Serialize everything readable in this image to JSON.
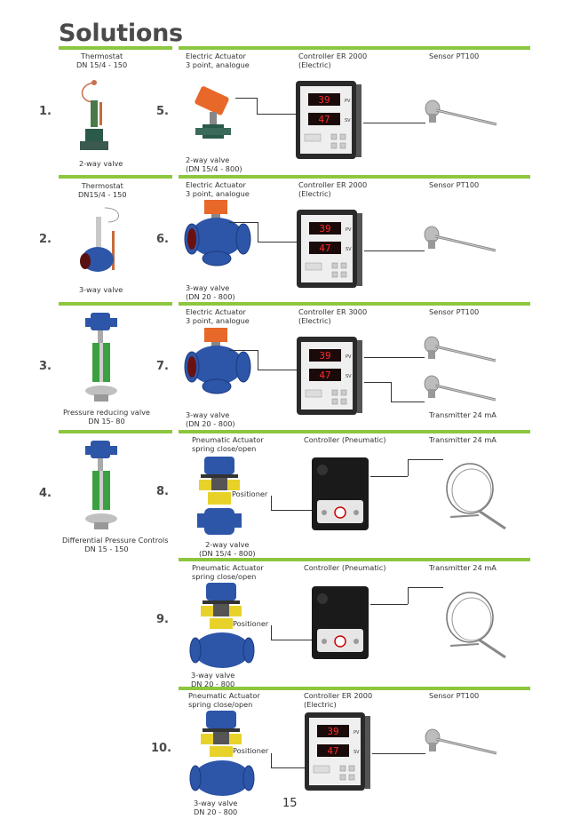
{
  "title": "Solutions",
  "page_number": "15",
  "left": [
    {
      "num": "1.",
      "l1": "Thermostat",
      "l2": "DN 15/4 - 150",
      "caption": "2-way valve"
    },
    {
      "num": "2.",
      "l1": "Thermostat",
      "l2": "DN15/4 - 150",
      "caption": "3-way valve"
    },
    {
      "num": "3.",
      "caption1": "Pressure reducing valve",
      "caption2": "DN 15- 80"
    },
    {
      "num": "4.",
      "caption1": "Differential Pressure Controls",
      "caption2": "DN 15 - 150"
    }
  ],
  "rows": [
    {
      "num": "5.",
      "act1": "Electric Actuator",
      "act2": "3 point, analogue",
      "ctrl1": "Controller ER 2000",
      "ctrl2": "(Electric)",
      "sensor": "Sensor PT100",
      "valve1": "2-way valve",
      "valve2": "(DN 15/4 - 800)"
    },
    {
      "num": "6.",
      "act1": "Electric Actuator",
      "act2": "3 point, analogue",
      "ctrl1": "Controller ER 2000",
      "ctrl2": "(Electric)",
      "sensor": "Sensor PT100",
      "valve1": "3-way valve",
      "valve2": "(DN 20 - 800)"
    },
    {
      "num": "7.",
      "act1": "Electric Actuator",
      "act2": "3 point, analogue",
      "ctrl1": "Controller ER 3000",
      "ctrl2": "(Electric)",
      "sensor": "Sensor PT100",
      "valve1": "3-way valve",
      "valve2": "(DN 20 - 800)",
      "transmitter": "Transmitter 24 mA"
    },
    {
      "num": "8.",
      "act1": "Pneumatic Actuator",
      "act2": "spring close/open",
      "ctrl1": "Controller (Pneumatic)",
      "sensor": "Transmitter 24 mA",
      "positioner": "Positioner",
      "valve1": "2-way valve",
      "valve2": "(DN 15/4 - 800)"
    },
    {
      "num": "9.",
      "act1": "Pneumatic Actuator",
      "act2": "spring close/open",
      "ctrl1": "Controller (Pneumatic)",
      "sensor": "Transmitter 24 mA",
      "positioner": "Positioner",
      "valve1": "3-way valve",
      "valve2": "DN 20 - 800"
    },
    {
      "num": "10.",
      "act1": "Pneumatic Actuator",
      "act2": "spring close/open",
      "ctrl1": "Controller ER 2000",
      "ctrl2": "(Electric)",
      "sensor": "Sensor PT100",
      "positioner": "Positioner",
      "valve1": "3-way valve",
      "valve2": "DN 20 - 800"
    }
  ],
  "display": {
    "pv": "PV",
    "sv": "SV",
    "reading": "39"
  },
  "colors": {
    "accent": "#8dc63f",
    "valve_blue": "#2d55a8",
    "actuator_orange": "#e8682a",
    "spring_green": "#3aa040",
    "positioner_yellow": "#e8d22a"
  }
}
